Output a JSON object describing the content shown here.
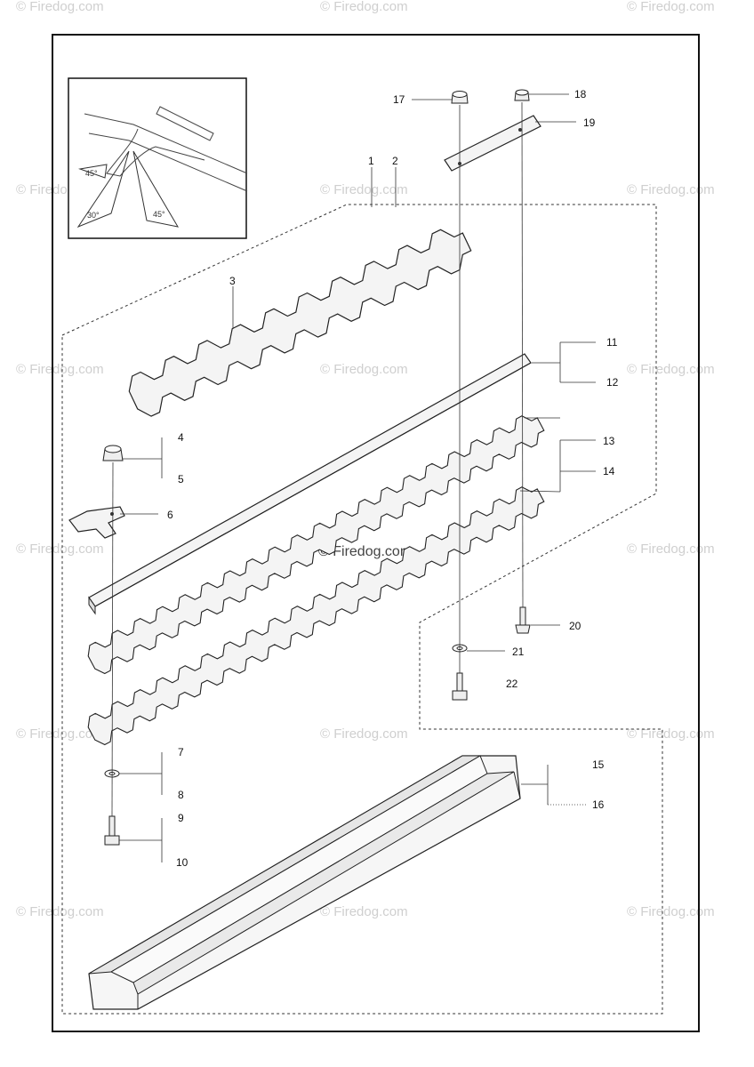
{
  "diagram": {
    "watermark": "© Firedog.com",
    "center_watermark": "© Firedog.com",
    "inset": {
      "angles": [
        "45°",
        "30°",
        "45°"
      ]
    },
    "callouts": [
      {
        "id": "c1",
        "text": "1"
      },
      {
        "id": "c2",
        "text": "2"
      },
      {
        "id": "c3",
        "text": "3"
      },
      {
        "id": "c4",
        "text": "4"
      },
      {
        "id": "c5",
        "text": "5"
      },
      {
        "id": "c6",
        "text": "6"
      },
      {
        "id": "c7",
        "text": "7"
      },
      {
        "id": "c8",
        "text": "8"
      },
      {
        "id": "c9",
        "text": "9"
      },
      {
        "id": "c10",
        "text": "10"
      },
      {
        "id": "c11",
        "text": "11"
      },
      {
        "id": "c12",
        "text": "12"
      },
      {
        "id": "c13",
        "text": "13"
      },
      {
        "id": "c14",
        "text": "14"
      },
      {
        "id": "c15",
        "text": "15"
      },
      {
        "id": "c16",
        "text": "16"
      },
      {
        "id": "c17",
        "text": "17"
      },
      {
        "id": "c18",
        "text": "18"
      },
      {
        "id": "c19",
        "text": "19"
      },
      {
        "id": "c20",
        "text": "20"
      },
      {
        "id": "c21",
        "text": "21"
      },
      {
        "id": "c22",
        "text": "22"
      }
    ]
  }
}
